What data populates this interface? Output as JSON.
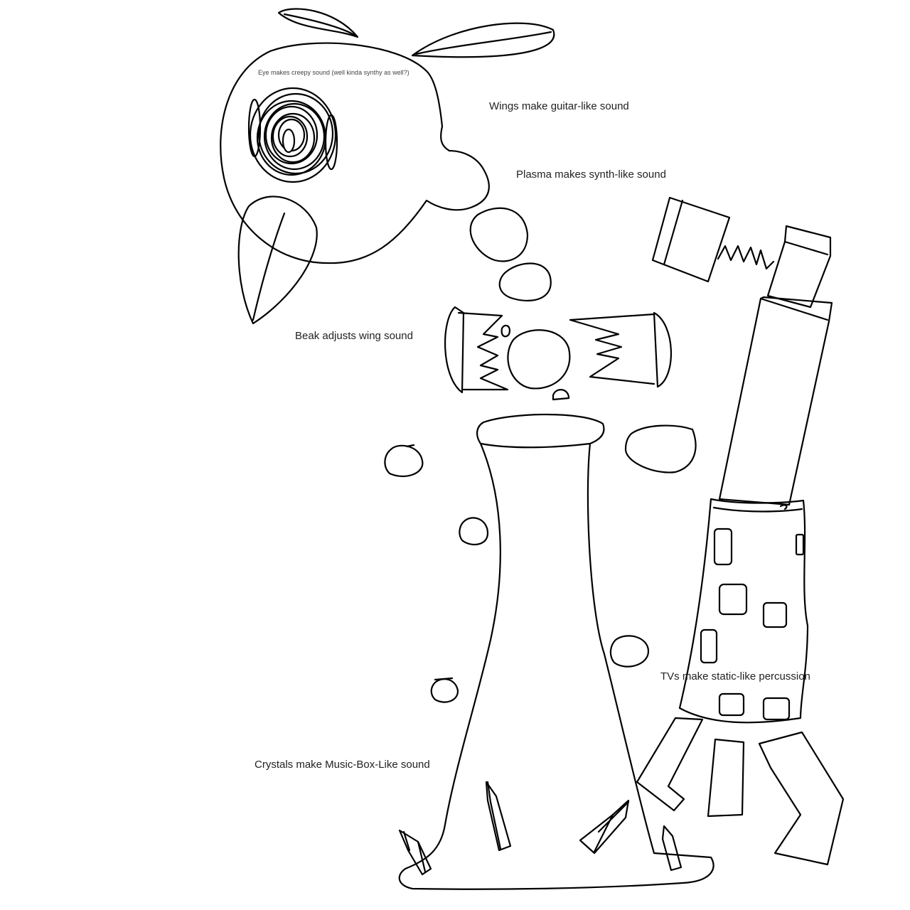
{
  "labels": {
    "eye": "Eye makes creepy sound (well kinda synthy as well?)",
    "wings": "Wings make guitar-like sound",
    "plasma": "Plasma makes synth-like sound",
    "beak": "Beak adjusts wing sound",
    "tvs": "TVs make static-like percussion",
    "crystals": "Crystals make Music-Box-Like sound"
  },
  "colors": {
    "ink": "#000000",
    "background": "#ffffff",
    "tv_static": "#5a5a5a"
  }
}
